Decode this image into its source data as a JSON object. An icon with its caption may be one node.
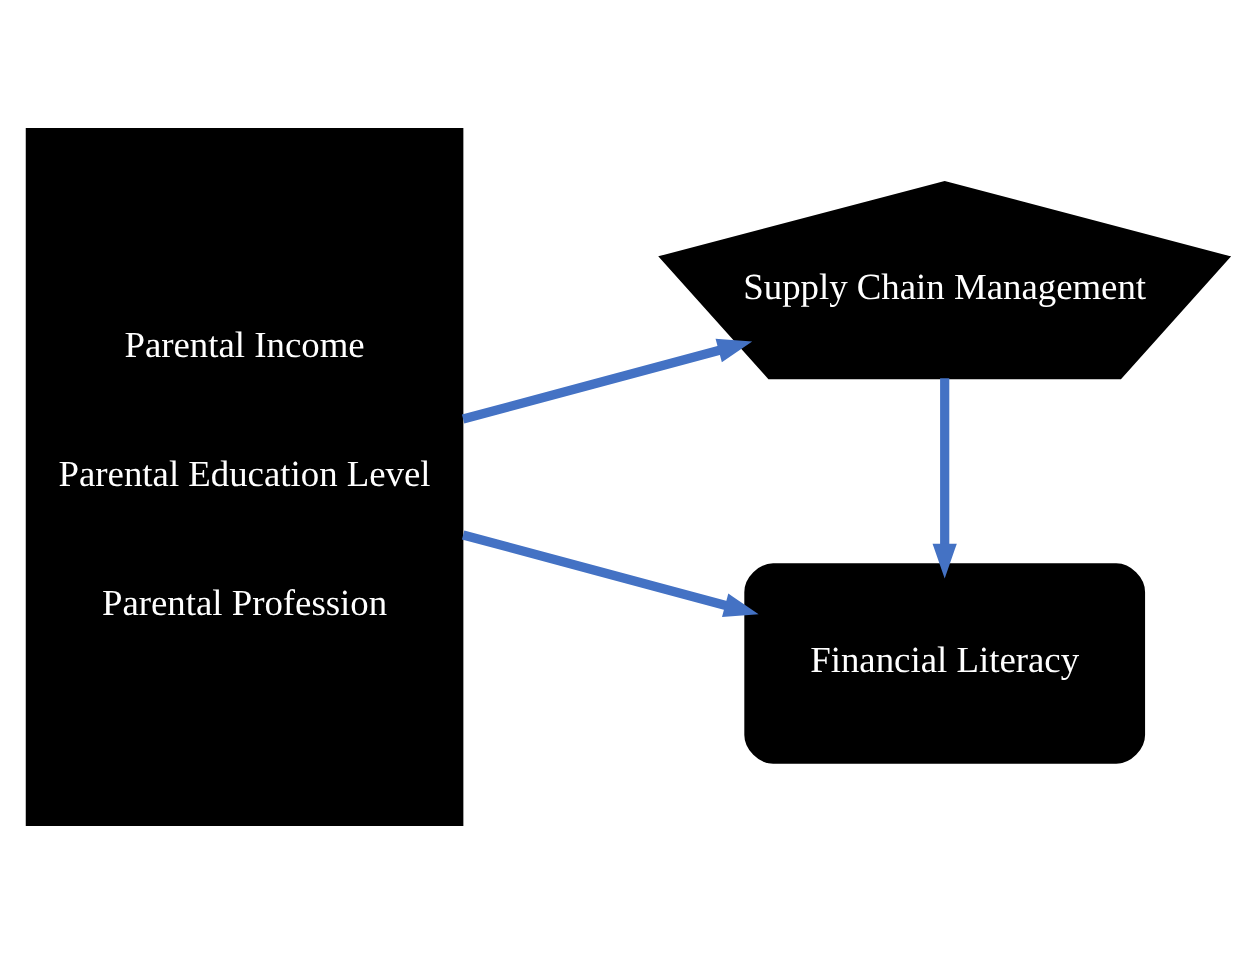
{
  "diagram": {
    "nodes": [
      {
        "text": [
          "Parental Income",
          "Parental Education Level",
          "Parental Profession"
        ]
      },
      {
        "text": [
          "Supply Chain Management"
        ]
      },
      {
        "text": [
          "Financial Literacy"
        ]
      }
    ],
    "edges": [
      {
        "from": 0,
        "to": 1,
        "arrow": "to"
      },
      {
        "from": 1,
        "to": 2,
        "arrow": "to"
      },
      {
        "from": 0,
        "to": 2,
        "arrow": "to"
      }
    ]
  }
}
